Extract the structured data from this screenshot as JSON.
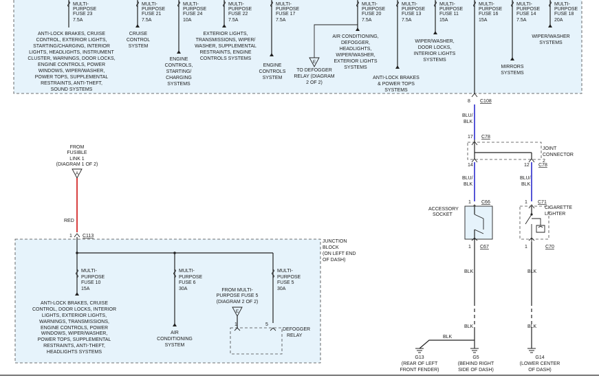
{
  "top_fuses": [
    {
      "name": "MULTI-PURPOSE FUSE 23",
      "l1": "MULTI-",
      "l2": "PURPOSE",
      "l3": "FUSE 23",
      "amp": "7.5A",
      "desc": [
        "ANTI-LOCK BRAKES, CRUISE",
        "CONTROL, EXTERIOR LIGHTS,",
        "STARTING/CHARGING, INTERIOR",
        "LIGHTS, HEADLIGHTS, INSTRUMENT",
        "CLUSTER, WARNINGS, DOOR LOCKS,",
        "ENGINE CONTROLS, POWER",
        "WINDOWS, WIPER/WASHER,",
        "POWER TOPS, SUPPLEMENTAL",
        "RESTRAINTS, ANTI-THEFT,",
        "SOUND SYSTEMS"
      ]
    },
    {
      "name": "MULTI-PURPOSE FUSE 21",
      "l1": "MULTI-",
      "l2": "PURPOSE",
      "l3": "FUSE 21",
      "amp": "7.5A",
      "desc": [
        "CRUISE",
        "CONTROL",
        "SYSTEM"
      ]
    },
    {
      "name": "MULTI-PURPOSE FUSE 24",
      "l1": "MULTI-",
      "l2": "PURPOSE",
      "l3": "FUSE 24",
      "amp": "10A",
      "desc": [
        "ENGINE",
        "CONTROLS,",
        "STARTING/",
        "CHARGING",
        "SYSTEMS"
      ]
    },
    {
      "name": "MULTI-PURPOSE FUSE 22",
      "l1": "MULTI-",
      "l2": "PURPOSE",
      "l3": "FUSE 22",
      "amp": "7.5A",
      "desc": [
        "EXTERIOR LIGHTS,",
        "TRANSMISSIONS, WIPER/",
        "WASHER, SUPPLEMENTAL",
        "RESTRAINTS, ENGINE",
        "CONTROLS SYSTEMS"
      ]
    },
    {
      "name": "MULTI-PURPOSE FUSE 17",
      "l1": "MULTI-",
      "l2": "PURPOSE",
      "l3": "FUSE 17",
      "amp": "7.5A",
      "desc": [
        "ENGINE",
        "CONTROLS",
        "SYSTEM"
      ]
    },
    {
      "name": "MULTI-PURPOSE FUSE 20",
      "l1": "MULTI-",
      "l2": "PURPOSE",
      "l3": "FUSE 20",
      "amp": "7.5A",
      "desc": [
        "AIR CONDITIONING,",
        "DEFOGGER,",
        "HEADLIGHTS,",
        "WIPER/WASHER,",
        "EXTERIOR LIGHTS",
        "SYSTEMS"
      ]
    },
    {
      "name": "MULTI-PURPOSE FUSE 13",
      "l1": "MULTI-",
      "l2": "PURPOSE",
      "l3": "FUSE 13",
      "amp": "7.5A",
      "desc": [
        "ANTI-LOCK BRAKES",
        "& POWER TOPS",
        "SYSTEMS"
      ]
    },
    {
      "name": "MULTI-PURPOSE FUSE 11",
      "l1": "MULTI-",
      "l2": "PURPOSE",
      "l3": "FUSE 11",
      "amp": "15A",
      "desc": [
        "WIPER/WASHER,",
        "DOOR LOCKS,",
        "INTERIOR LIGHTS",
        "SYSTEMS"
      ]
    },
    {
      "name": "MULTI-PURPOSE FUSE 16",
      "l1": "MULTI-",
      "l2": "PURPOSE",
      "l3": "FUSE 16",
      "amp": "15A",
      "desc": []
    },
    {
      "name": "MULTI-PURPOSE FUSE 14",
      "l1": "MULTI-",
      "l2": "PURPOSE",
      "l3": "FUSE 14",
      "amp": "7.5A",
      "desc": [
        "MIRRORS",
        "SYSTEMS"
      ]
    },
    {
      "name": "MULTI-PURPOSE FUSE 18",
      "l1": "MULTI-",
      "l2": "PURPOSE",
      "l3": "FUSE 18",
      "amp": "20A",
      "desc": [
        "WIPER/WASHER",
        "SYSTEMS"
      ]
    }
  ],
  "defogger_ref": {
    "letter": "E",
    "lines": [
      "TO DEFOGGER",
      "RELAY (DIAGRAM",
      "2 OF 2)"
    ]
  },
  "c108": {
    "pin": "8",
    "name": "C108"
  },
  "blu_blk": [
    "BLU/",
    "BLK"
  ],
  "c78_top": {
    "pin": "17",
    "name": "C78"
  },
  "joint_connector": [
    "JOINT",
    "CONNECTOR",
    "2"
  ],
  "c78_left": {
    "pin": "14"
  },
  "c78_right": {
    "pin": "12",
    "name": "C78"
  },
  "accessory_socket": {
    "label": [
      "ACCESSORY",
      "SOCKET"
    ],
    "top_pin": "1",
    "top_conn": "C66",
    "bot_pin": "1",
    "bot_conn": "C67"
  },
  "cigarette_lighter": {
    "label": [
      "CIGARETTE",
      "LIGHTER"
    ],
    "top_pin": "1",
    "top_conn": "C71",
    "bot_pin": "1",
    "bot_conn": "C70"
  },
  "blk": "BLK",
  "fusible_link": {
    "letter": "A",
    "lines": [
      "FROM",
      "FUSIBLE",
      "LINK 1",
      "(DIAGRAM 1 OF 2)"
    ]
  },
  "red": "RED",
  "c113": {
    "pin": "1",
    "name": "C113"
  },
  "junction_block": [
    "JUNCTION",
    "BLOCK",
    "(ON LEFT END",
    "OF DASH)"
  ],
  "bottom_fuses": [
    {
      "l1": "MULTI-",
      "l2": "PURPOSE",
      "l3": "FUSE 10",
      "amp": "15A",
      "desc": [
        "ANTI-LOCK BRAKES, CRUISE",
        "CONTROL, DOOR LOCKS, INTERIOR",
        "LIGHTS, EXTERIOR LIGHTS,",
        "WARNINGS, TRANSMISSIONS,",
        "ENGINE CONTROLS, POWER",
        "WINDOWS, WIPER/WASHER,",
        "POWER TOPS, SUPPLEMENTAL",
        "RESTRAINTS, ANTI-THEFT,",
        "HEADLIGHTS SYSTEMS"
      ]
    },
    {
      "l1": "MULTI-",
      "l2": "PURPOSE",
      "l3": "FUSE 6",
      "amp": "30A",
      "desc": [
        "AIR",
        "CONDITIONING",
        "SYSTEM"
      ]
    },
    {
      "l1": "MULTI-",
      "l2": "PURPOSE",
      "l3": "FUSE 5",
      "amp": "30A",
      "desc": []
    }
  ],
  "from_fuse5": {
    "letter": "E",
    "lines": [
      "FROM MULTI-",
      "PURPOSE FUSE 5",
      "(DIAGRAM 2 OF 2)"
    ]
  },
  "defogger_relay": {
    "pin_left": "1",
    "pin_right": "5",
    "label": [
      "DEFOGGER",
      "RELAY"
    ]
  },
  "grounds": [
    {
      "name": "G13",
      "lines": [
        "G13",
        "(REAR OF LEFT",
        "FRONT FENDER)"
      ]
    },
    {
      "name": "G5",
      "lines": [
        "G5",
        "(BEHIND RIGHT",
        "SIDE OF DASH)"
      ]
    },
    {
      "name": "G14",
      "lines": [
        "G14",
        "(LOWER CENTER",
        "OF DASH)"
      ]
    }
  ]
}
